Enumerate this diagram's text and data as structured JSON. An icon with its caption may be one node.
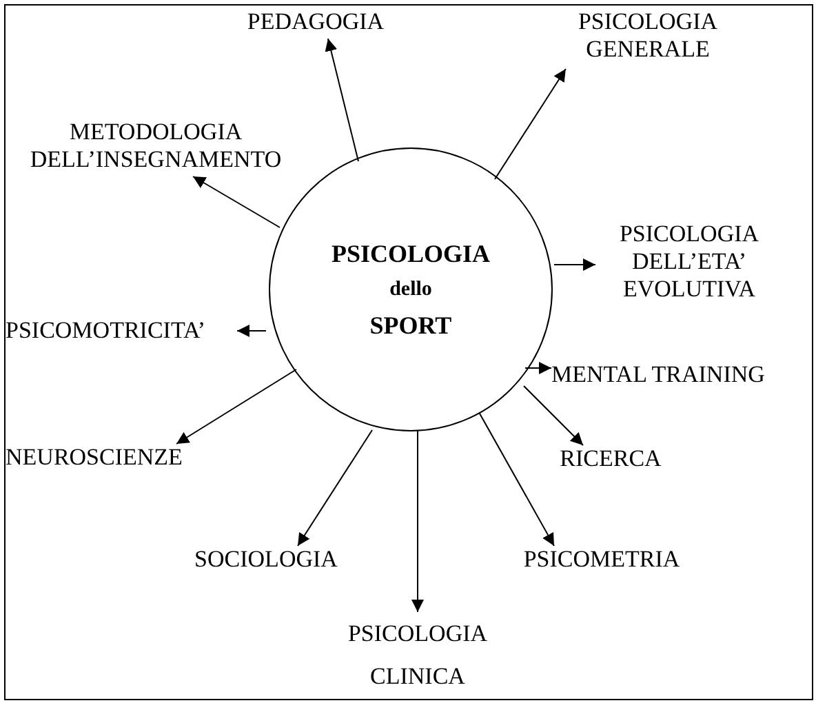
{
  "diagram": {
    "nodes": [
      {
        "text": [
          "PSICOLOGIA",
          "dello",
          "SPORT"
        ]
      },
      {
        "text": [
          "PEDAGOGIA"
        ]
      },
      {
        "text": [
          "PSICOLOGIA GENERALE"
        ]
      },
      {
        "text": [
          "METODOLOGIA DELL’INSEGNAMENTO"
        ]
      },
      {
        "text": [
          "PSICOLOGIA DELL’ETA’ EVOLUTIVA"
        ]
      },
      {
        "text": [
          "PSICOMOTRICITA’"
        ]
      },
      {
        "text": [
          "MENTAL TRAINING"
        ]
      },
      {
        "text": [
          "NEUROSCIENZE"
        ]
      },
      {
        "text": [
          "RICERCA"
        ]
      },
      {
        "text": [
          "SOCIOLOGIA"
        ]
      },
      {
        "text": [
          "PSICOMETRIA"
        ]
      },
      {
        "text": [
          "PSICOLOGIA CLINICA"
        ]
      }
    ],
    "edges": [
      {
        "from": 0,
        "to": 1,
        "arrow": "to"
      },
      {
        "from": 0,
        "to": 2,
        "arrow": "to"
      },
      {
        "from": 0,
        "to": 3,
        "arrow": "to"
      },
      {
        "from": 0,
        "to": 4,
        "arrow": "to"
      },
      {
        "from": 0,
        "to": 5,
        "arrow": "to"
      },
      {
        "from": 0,
        "to": 6,
        "arrow": "to"
      },
      {
        "from": 0,
        "to": 7,
        "arrow": "to"
      },
      {
        "from": 0,
        "to": 8,
        "arrow": "to"
      },
      {
        "from": 0,
        "to": 9,
        "arrow": "to"
      },
      {
        "from": 0,
        "to": 10,
        "arrow": "to"
      },
      {
        "from": 0,
        "to": 11,
        "arrow": "to"
      }
    ]
  }
}
